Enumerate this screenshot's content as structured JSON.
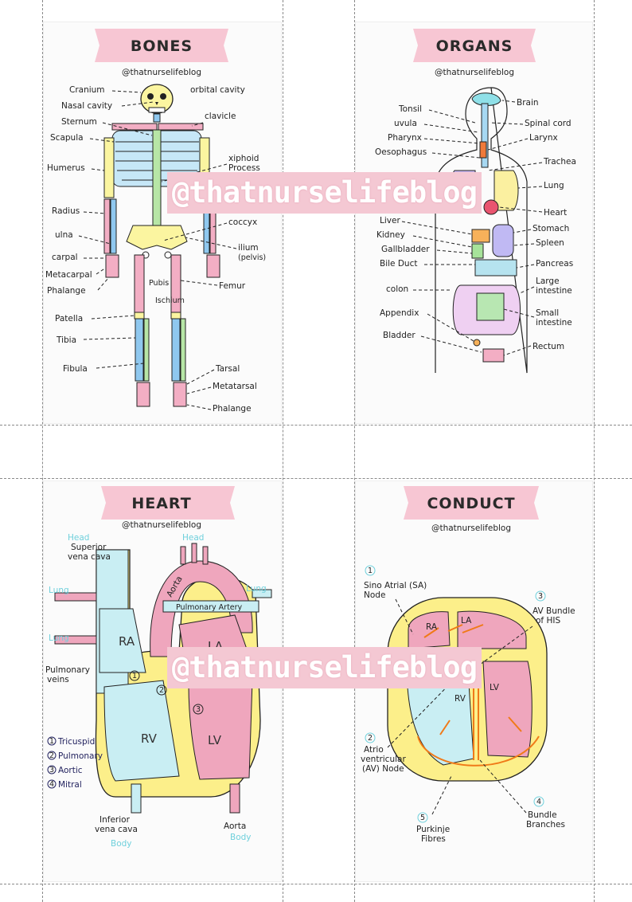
{
  "watermark": "@thatnurselifeblog",
  "colors": {
    "banner": "#f7c6d3",
    "bone_yellow": "#fbf5a0",
    "bone_pink": "#f3aec4",
    "bone_blue": "#8fc8ef",
    "bone_green": "#b7e6a6",
    "heart_pink": "#efa6bd",
    "heart_blue": "#c9eef3",
    "heart_yellow": "#fcef8a",
    "conduct_orange": "#f07a18"
  },
  "bones": {
    "title": "BONES",
    "handle": "@thatnurselifeblog",
    "labels": {
      "cranium": "Cranium",
      "orbital_cavity": "orbital cavity",
      "nasal_cavity": "Nasal cavity",
      "clavicle": "clavicle",
      "sternum": "Sternum",
      "scapula": "Scapula",
      "xiphoid": "xiphoid",
      "process": "Process",
      "humerus": "Humerus",
      "radius": "Radius",
      "coccyx": "coccyx",
      "ulna": "ulna",
      "ilium": "ilium",
      "pelvis": "(pelvis)",
      "carpal": "carpal",
      "metacarpal": "Metacarpal",
      "phalange": "Phalange",
      "pubis": "Pubis",
      "ischium": "Ischium",
      "femur": "Femur",
      "patella": "Patella",
      "tibia": "Tibia",
      "fibula": "Fibula",
      "tarsal": "Tarsal",
      "metatarsal": "Metatarsal",
      "phalange_foot": "Phalange"
    }
  },
  "organs": {
    "title": "ORGANS",
    "handle": "@thatnurselifeblog",
    "labels": {
      "brain": "Brain",
      "tonsil": "Tonsil",
      "uvula": "uvula",
      "spinal_cord": "Spinal cord",
      "pharynx": "Pharynx",
      "larynx": "Larynx",
      "oesophagus": "Oesophagus",
      "trachea": "Trachea",
      "lung": "Lung",
      "heart": "Heart",
      "liver": "Liver",
      "stomach": "Stomach",
      "kidney": "Kidney",
      "spleen": "Spleen",
      "gallbladder": "Gallbladder",
      "bile_duct": "Bile Duct",
      "pancreas": "Pancreas",
      "large": "Large",
      "intestine": "intestine",
      "colon": "colon",
      "small": "Small",
      "small_intestine": "intestine",
      "appendix": "Appendix",
      "bladder": "Bladder",
      "rectum": "Rectum"
    }
  },
  "heart": {
    "title": "HEART",
    "handle": "@thatnurselifeblog",
    "labels": {
      "head_left": "Head",
      "head_top": "Head",
      "superior": "Superior",
      "vena_cava": "vena cava",
      "aorta": "Aorta",
      "lung_right": "Lung",
      "lung_left_top": "Lung",
      "pulmonary_artery": "Pulmonary Artery",
      "lung_left_bottom": "Lung",
      "ra": "RA",
      "la": "LA",
      "pulmonary": "Pulmonary",
      "veins": "veins",
      "rv": "RV",
      "lv": "LV",
      "inferior": "Inferior",
      "inferior_vena_cava": "vena cava",
      "body_left": "Body",
      "aorta_bottom": "Aorta",
      "body_right": "Body"
    },
    "markers": [
      "1",
      "2",
      "3"
    ],
    "valves": [
      {
        "num": "1",
        "name": "Tricuspid"
      },
      {
        "num": "2",
        "name": "Pulmonary"
      },
      {
        "num": "3",
        "name": "Aortic"
      },
      {
        "num": "4",
        "name": "Mitral"
      }
    ]
  },
  "conduct": {
    "title": "CONDUCT",
    "handle": "@thatnurselifeblog",
    "labels": {
      "n1": "1",
      "sa_1": "Sino Atrial (SA)",
      "sa_2": "Node",
      "n3": "3",
      "av_bundle_1": "AV Bundle",
      "av_bundle_2": "of HIS",
      "ra": "RA",
      "la": "LA",
      "rv": "RV",
      "lv": "LV",
      "n2": "2",
      "avn_1": "Atrio",
      "avn_2": "ventricular",
      "avn_3": "(AV) Node",
      "n5": "5",
      "purkinje_1": "Purkinje",
      "purkinje_2": "Fibres",
      "n4": "4",
      "branches_1": "Bundle",
      "branches_2": "Branches"
    }
  }
}
